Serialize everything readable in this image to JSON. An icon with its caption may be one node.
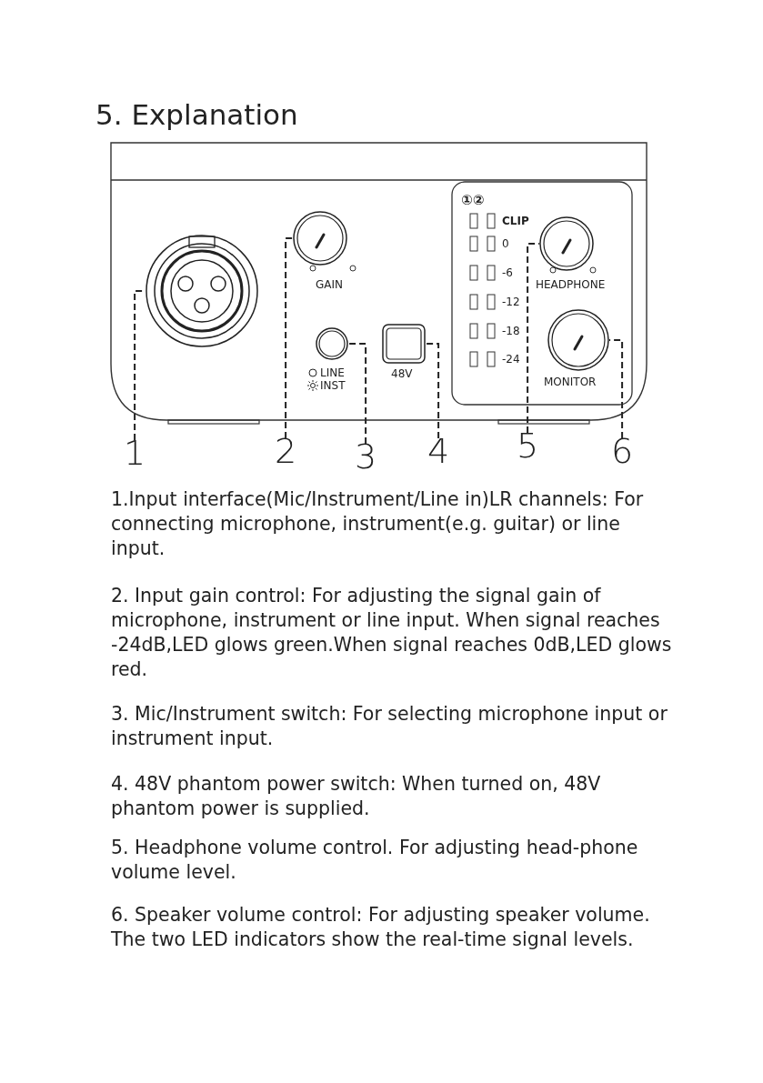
{
  "diagram": {
    "title": "5. Explanation",
    "nodes": [
      {
        "text": [
          "1"
        ]
      },
      {
        "text": [
          "2"
        ]
      },
      {
        "text": [
          "3"
        ]
      },
      {
        "text": [
          "4"
        ]
      },
      {
        "text": [
          "5"
        ]
      },
      {
        "text": [
          "6"
        ]
      },
      {
        "text": [],
        "shape": "circle"
      },
      {
        "text": [],
        "shape": "circle",
        "beside": [
          "GAIN"
        ]
      },
      {
        "text": [],
        "shape": "circle",
        "beside": [
          "LINE",
          "INST"
        ]
      },
      {
        "text": [],
        "shape": "box",
        "beside": [
          "48V"
        ]
      },
      {
        "text": [],
        "shape": "circle",
        "beside": [
          "HEADPHONE"
        ]
      },
      {
        "text": [],
        "shape": "circle",
        "beside": [
          "MONITOR"
        ]
      }
    ],
    "edges": [
      {
        "from": 0,
        "to": 6,
        "arrow": "none",
        "style": "dashed"
      },
      {
        "from": 1,
        "to": 7,
        "arrow": "none",
        "style": "dashed"
      },
      {
        "from": 2,
        "to": 8,
        "arrow": "none",
        "style": "dashed"
      },
      {
        "from": 3,
        "to": 9,
        "arrow": "none",
        "style": "dashed"
      },
      {
        "from": 4,
        "to": 10,
        "arrow": "none",
        "style": "dashed"
      },
      {
        "from": 5,
        "to": 11,
        "arrow": "none",
        "style": "dashed"
      }
    ],
    "labels": [
      "①②",
      "CLIP",
      "0",
      "-6",
      "-12",
      "-18",
      "-24",
      "1.Input interface(Mic/Instrument/Line in)LR channels: For connecting microphone, instrument(e.g. guitar) or line input.",
      "2. Input gain control: For adjusting the signal gain of microphone, instrument or line input. When signal reaches -24dB,LED glows green.When signal reaches 0dB,LED glows red.",
      "3. Mic/Instrument switch: For selecting microphone input or instrument input.",
      "4. 48V phantom power switch: When turned on, 48V phantom power is supplied.",
      "5. Headphone volume control. For adjusting head-phone volume level.",
      "6. Speaker volume control: For adjusting speaker volume. The two LED indicators show the real-time signal levels."
    ]
  }
}
